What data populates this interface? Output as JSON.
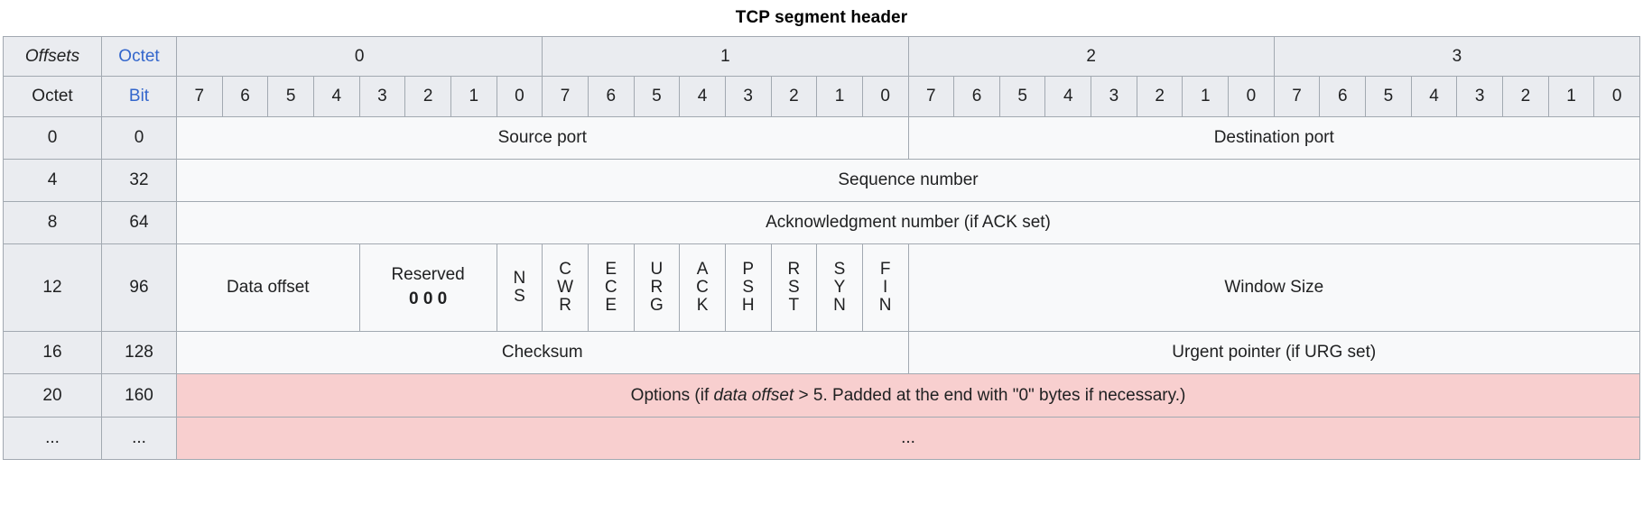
{
  "title": "TCP segment header",
  "header": {
    "offsets_label": "Offsets",
    "octet_link": "Octet",
    "octet_row_label": "Octet",
    "bit_link": "Bit",
    "octet_groups": [
      "0",
      "1",
      "2",
      "3"
    ],
    "bit_numbers": [
      "7",
      "6",
      "5",
      "4",
      "3",
      "2",
      "1",
      "0",
      "7",
      "6",
      "5",
      "4",
      "3",
      "2",
      "1",
      "0",
      "7",
      "6",
      "5",
      "4",
      "3",
      "2",
      "1",
      "0",
      "7",
      "6",
      "5",
      "4",
      "3",
      "2",
      "1",
      "0"
    ]
  },
  "rows": [
    {
      "octet": "0",
      "bit": "0",
      "fields": [
        {
          "label": "Source port"
        },
        {
          "label": "Destination port"
        }
      ]
    },
    {
      "octet": "4",
      "bit": "32",
      "fields": [
        {
          "label": "Sequence number"
        }
      ]
    },
    {
      "octet": "8",
      "bit": "64",
      "fields": [
        {
          "label": "Acknowledgment number (if ACK set)"
        }
      ]
    },
    {
      "octet": "12",
      "bit": "96",
      "fields": [
        {
          "label": "Data offset"
        },
        {
          "label": "Reserved",
          "zeros": "0 0 0"
        },
        {
          "label": "NS",
          "stacked": "N\nS"
        },
        {
          "label": "CWR",
          "stacked": "C\nW\nR"
        },
        {
          "label": "ECE",
          "stacked": "E\nC\nE"
        },
        {
          "label": "URG",
          "stacked": "U\nR\nG"
        },
        {
          "label": "ACK",
          "stacked": "A\nC\nK"
        },
        {
          "label": "PSH",
          "stacked": "P\nS\nH"
        },
        {
          "label": "RST",
          "stacked": "R\nS\nT"
        },
        {
          "label": "SYN",
          "stacked": "S\nY\nN"
        },
        {
          "label": "FIN",
          "stacked": "F\nI\nN"
        },
        {
          "label": "Window Size"
        }
      ]
    },
    {
      "octet": "16",
      "bit": "128",
      "fields": [
        {
          "label": "Checksum"
        },
        {
          "label": "Urgent pointer (if URG set)"
        }
      ]
    },
    {
      "octet": "20",
      "bit": "160",
      "options": {
        "prefix": "Options (if ",
        "italic": "data offset",
        "suffix": " > 5. Padded at the end with \"0\" bytes if necessary.)"
      }
    },
    {
      "octet": "...",
      "bit": "...",
      "dots": "..."
    }
  ],
  "colors": {
    "header_bg": "#eaecf0",
    "cell_bg": "#f8f9fa",
    "border": "#a2a9b1",
    "options_bg": "#f8cfcf",
    "link": "#3366cc"
  }
}
